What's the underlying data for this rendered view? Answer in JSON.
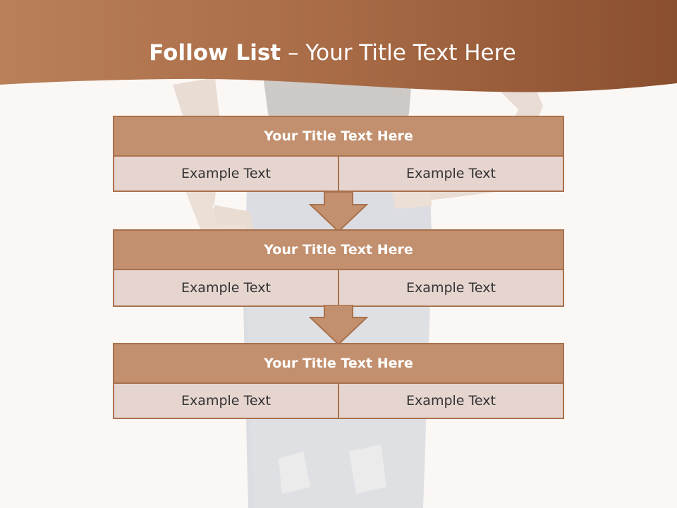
{
  "slide": {
    "title_strong": "Follow List",
    "title_rest": "– Your Title Text Here"
  },
  "colors": {
    "header_band": "#9c5f3c",
    "block_title": "#c2906e",
    "block_cell": "#e6d5cf",
    "block_border": "#a9714c"
  },
  "blocks": [
    {
      "title": "Your Title Text Here",
      "cells": [
        "Example Text",
        "Example Text"
      ]
    },
    {
      "title": "Your Title Text Here",
      "cells": [
        "Example Text",
        "Example Text"
      ]
    },
    {
      "title": "Your Title Text Here",
      "cells": [
        "Example Text",
        "Example Text"
      ]
    }
  ],
  "connectors": [
    "down-arrow-icon",
    "down-arrow-icon"
  ]
}
